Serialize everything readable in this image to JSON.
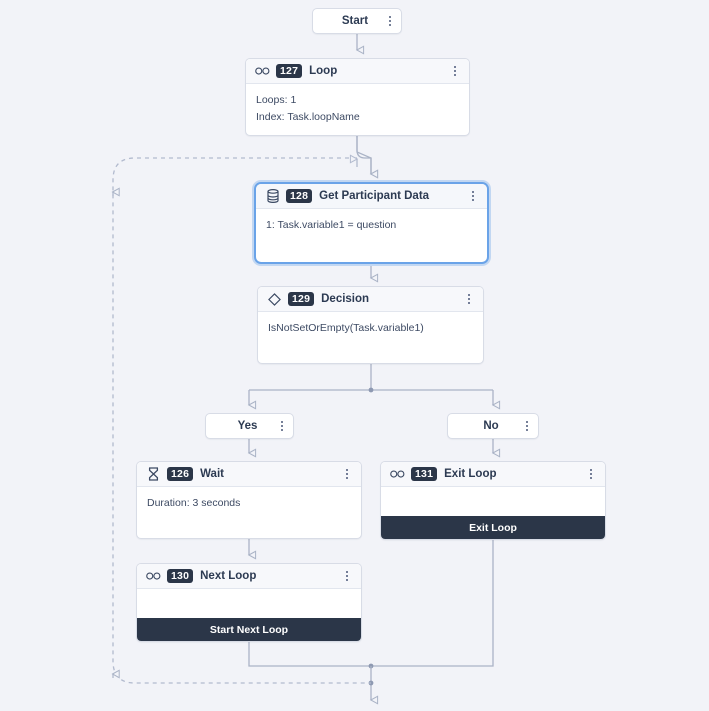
{
  "canvas": {
    "background": "#f2f3f8",
    "edge_color": "#aab3c6",
    "badge_color": "#2b3648",
    "selected_border": "#6aa3e8"
  },
  "nodes": {
    "start": {
      "label": "Start",
      "menu": "kebab-menu"
    },
    "loop": {
      "id": "127",
      "title": "Loop",
      "icon": "infinity-icon",
      "body": [
        "Loops: 1",
        "Index: Task.loopName"
      ]
    },
    "get_participant_data": {
      "id": "128",
      "title": "Get Participant Data",
      "icon": "database-icon",
      "selected": true,
      "body": [
        "1: Task.variable1 = question"
      ]
    },
    "decision": {
      "id": "129",
      "title": "Decision",
      "icon": "diamond-icon",
      "body": [
        "IsNotSetOrEmpty(Task.variable1)"
      ]
    },
    "branch_yes": {
      "label": "Yes"
    },
    "branch_no": {
      "label": "No"
    },
    "wait": {
      "id": "126",
      "title": "Wait",
      "icon": "hourglass-icon",
      "body": [
        "Duration: 3 seconds"
      ]
    },
    "exit_loop": {
      "id": "131",
      "title": "Exit Loop",
      "icon": "infinity-icon",
      "body": [],
      "footer": "Exit Loop"
    },
    "next_loop": {
      "id": "130",
      "title": "Next Loop",
      "icon": "infinity-icon",
      "body": [],
      "footer": "Start Next Loop"
    }
  }
}
